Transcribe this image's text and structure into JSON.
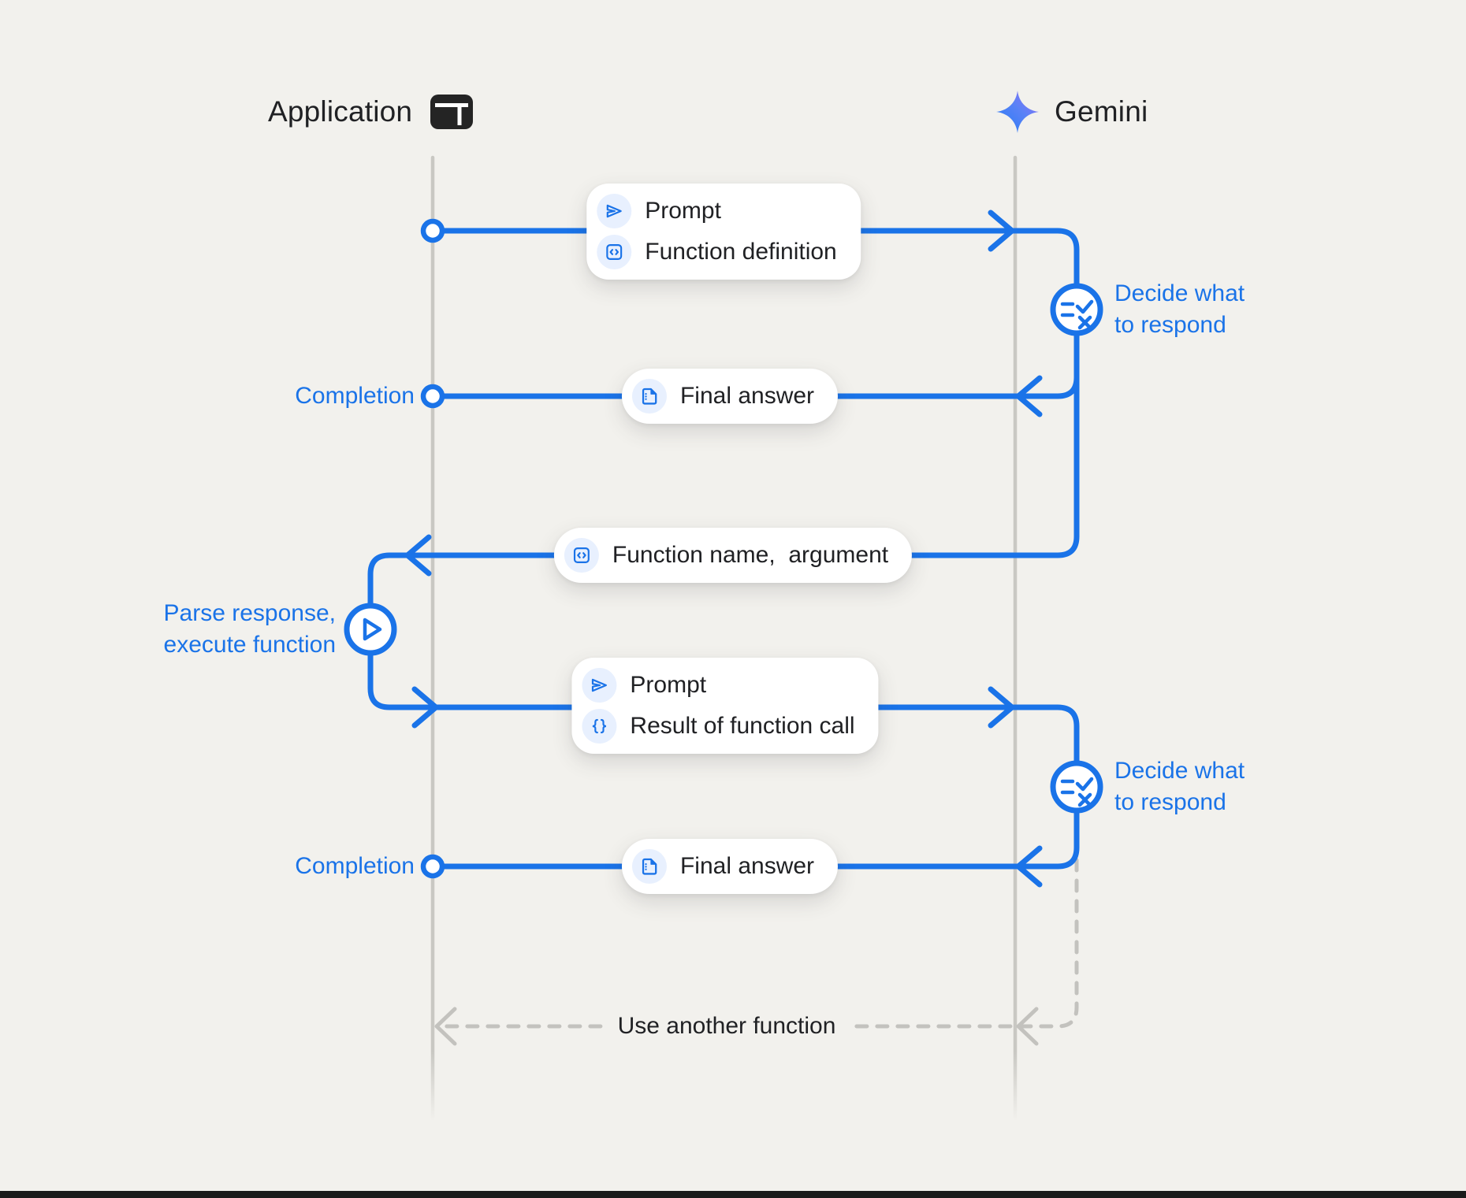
{
  "colors": {
    "background": "#f2f1ed",
    "accent_blue": "#1a73e8",
    "lifeline_gray": "#c9c8c3",
    "dashed_gray": "#c3c2be",
    "text_dark": "#202124",
    "chip_blue": "#e8f0fe",
    "card_white": "#ffffff",
    "footer_bar": "#1b1b1b",
    "gemini_star_gradient": [
      "#1f7af4",
      "#5a82f6",
      "#a06cf5"
    ]
  },
  "actors": {
    "application": {
      "label": "Application",
      "icon": "app-window-icon"
    },
    "gemini": {
      "label": "Gemini",
      "icon": "gemini-star-icon"
    }
  },
  "messages": {
    "request1": {
      "row1": {
        "icon": "send-icon",
        "label": "Prompt"
      },
      "row2": {
        "icon": "code-box-icon",
        "label": "Function definition"
      }
    },
    "final1": {
      "endpoint_label": "Completion",
      "icon": "document-icon",
      "label": "Final answer"
    },
    "function_call": {
      "icon": "code-box-icon",
      "label": "Function name,  argument"
    },
    "request2": {
      "row1": {
        "icon": "send-icon",
        "label": "Prompt"
      },
      "row2": {
        "icon": "braces-icon",
        "label": "Result of function call"
      }
    },
    "final2": {
      "endpoint_label": "Completion",
      "icon": "document-icon",
      "label": "Final answer"
    },
    "loop_back": {
      "label": "Use another function"
    }
  },
  "annotations": {
    "decide1": {
      "icon": "checklist-icon",
      "line1": "Decide what",
      "line2": "to respond"
    },
    "execute": {
      "icon": "play-icon",
      "line1": "Parse response,",
      "line2": "execute function"
    },
    "decide2": {
      "icon": "checklist-icon",
      "line1": "Decide what",
      "line2": "to respond"
    }
  }
}
